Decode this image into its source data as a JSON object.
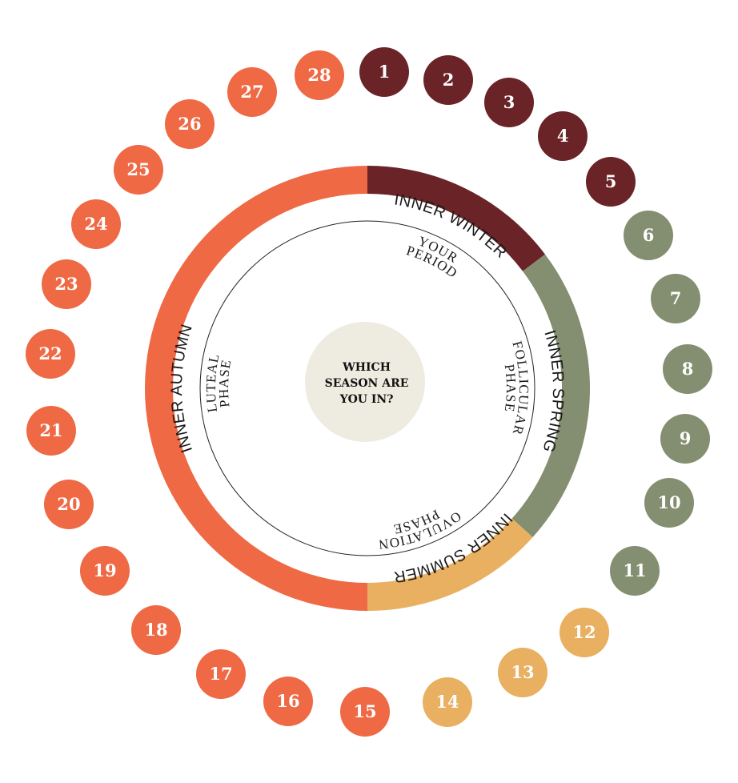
{
  "title_lines": [
    "WHICH",
    "SEASON ARE",
    "YOU IN?"
  ],
  "colors": {
    "winter": "#6a2428",
    "spring": "#848e70",
    "summer": "#e8b060",
    "autumn": "#ee6944",
    "center": "#eeebe0"
  },
  "seasons": [
    {
      "key": "winter",
      "label": "INNER WINTER",
      "start_deg": 0,
      "end_deg": 53
    },
    {
      "key": "spring",
      "label": "INNER SPRING",
      "start_deg": 53,
      "end_deg": 132
    },
    {
      "key": "summer",
      "label": "INNER SUMMER",
      "start_deg": 132,
      "end_deg": 180
    },
    {
      "key": "autumn",
      "label": "INNER AUTUMN",
      "start_deg": 180,
      "end_deg": 360
    }
  ],
  "phases": [
    {
      "name": "period",
      "lines": [
        "YOUR",
        "PERIOD"
      ]
    },
    {
      "name": "follicular",
      "lines": [
        "FOLLICULAR",
        "PHASE"
      ]
    },
    {
      "name": "ovulation",
      "lines": [
        "OVULATION",
        "PHASE"
      ]
    },
    {
      "name": "luteal",
      "lines": [
        "LUTEAL",
        "PHASE"
      ]
    }
  ],
  "days": [
    {
      "n": "1",
      "season": "winter"
    },
    {
      "n": "2",
      "season": "winter"
    },
    {
      "n": "3",
      "season": "winter"
    },
    {
      "n": "4",
      "season": "winter"
    },
    {
      "n": "5",
      "season": "winter"
    },
    {
      "n": "6",
      "season": "spring"
    },
    {
      "n": "7",
      "season": "spring"
    },
    {
      "n": "8",
      "season": "spring"
    },
    {
      "n": "9",
      "season": "spring"
    },
    {
      "n": "10",
      "season": "spring"
    },
    {
      "n": "11",
      "season": "spring"
    },
    {
      "n": "12",
      "season": "summer"
    },
    {
      "n": "13",
      "season": "summer"
    },
    {
      "n": "14",
      "season": "summer"
    },
    {
      "n": "15",
      "season": "autumn"
    },
    {
      "n": "16",
      "season": "autumn"
    },
    {
      "n": "17",
      "season": "autumn"
    },
    {
      "n": "18",
      "season": "autumn"
    },
    {
      "n": "19",
      "season": "autumn"
    },
    {
      "n": "20",
      "season": "autumn"
    },
    {
      "n": "21",
      "season": "autumn"
    },
    {
      "n": "22",
      "season": "autumn"
    },
    {
      "n": "23",
      "season": "autumn"
    },
    {
      "n": "24",
      "season": "autumn"
    },
    {
      "n": "25",
      "season": "autumn"
    },
    {
      "n": "26",
      "season": "autumn"
    },
    {
      "n": "27",
      "season": "autumn"
    },
    {
      "n": "28",
      "season": "autumn"
    }
  ]
}
